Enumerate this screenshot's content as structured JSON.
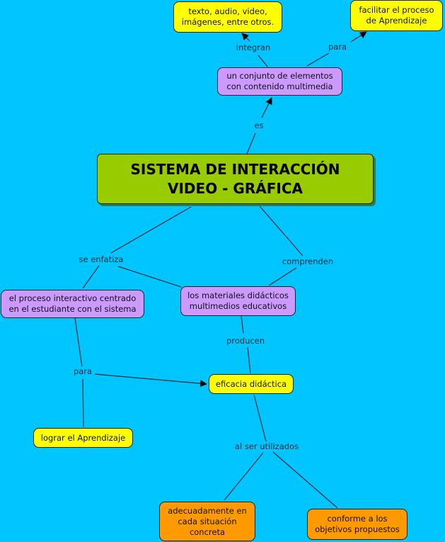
{
  "colors": {
    "background": "#00C5FF",
    "main_concept": "#99CC00",
    "yellow_concept": "#FFFF00",
    "purple_concept": "#CC99FF",
    "orange_concept": "#FF9900"
  },
  "concepts": {
    "main": "SISTEMA DE INTERACCIÓN\nVIDEO - GRÁFICA",
    "conjunto": "un conjunto de elementos\ncon contenido multimedia",
    "texto": "texto, audio, video,\nimágenes, entre otros.",
    "facilitar": "facilitar el proceso\nde Aprendizaje",
    "proceso": "el proceso interactivo centrado\nen el estudiante con el sistema",
    "materiales": "los materiales didácticos\nmultimedios educativos",
    "eficacia": "eficacia didáctica",
    "lograr": "lograr el Aprendizaje",
    "adecuadamente": "adecuadamente en\ncada situación\nconcreta",
    "conforme": "conforme a los\nobjetivos propuestos"
  },
  "linking_phrases": {
    "es": "es",
    "integran": "integran",
    "para_top": "para",
    "se_enfatiza": "se enfatiza",
    "comprenden": "comprenden",
    "producen": "producen",
    "para_left": "para",
    "al_ser_utilizados": "al ser utilizados"
  }
}
